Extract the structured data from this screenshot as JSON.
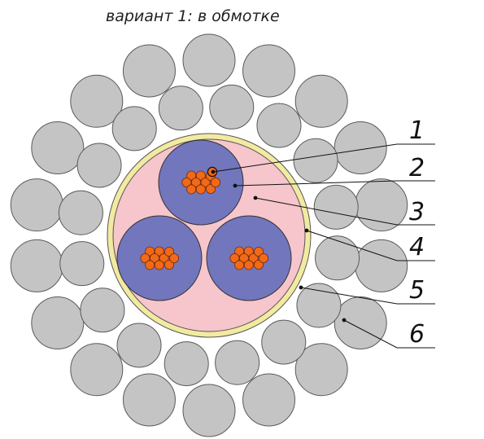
{
  "title": "вариант 1: в обмотке",
  "callouts": [
    {
      "number": "1"
    },
    {
      "number": "2"
    },
    {
      "number": "3"
    },
    {
      "number": "4"
    },
    {
      "number": "5"
    },
    {
      "number": "6"
    }
  ],
  "colors": {
    "armor_wire_fill": "#c4c4c4",
    "armor_wire_stroke": "#5a5a5a",
    "wrap_layer": "#f2eaa0",
    "filler": "#f6c6cc",
    "core_insulation": "#7276bc",
    "copper_strand": "#f06a1a",
    "strand_stroke": "#7a2a00"
  }
}
